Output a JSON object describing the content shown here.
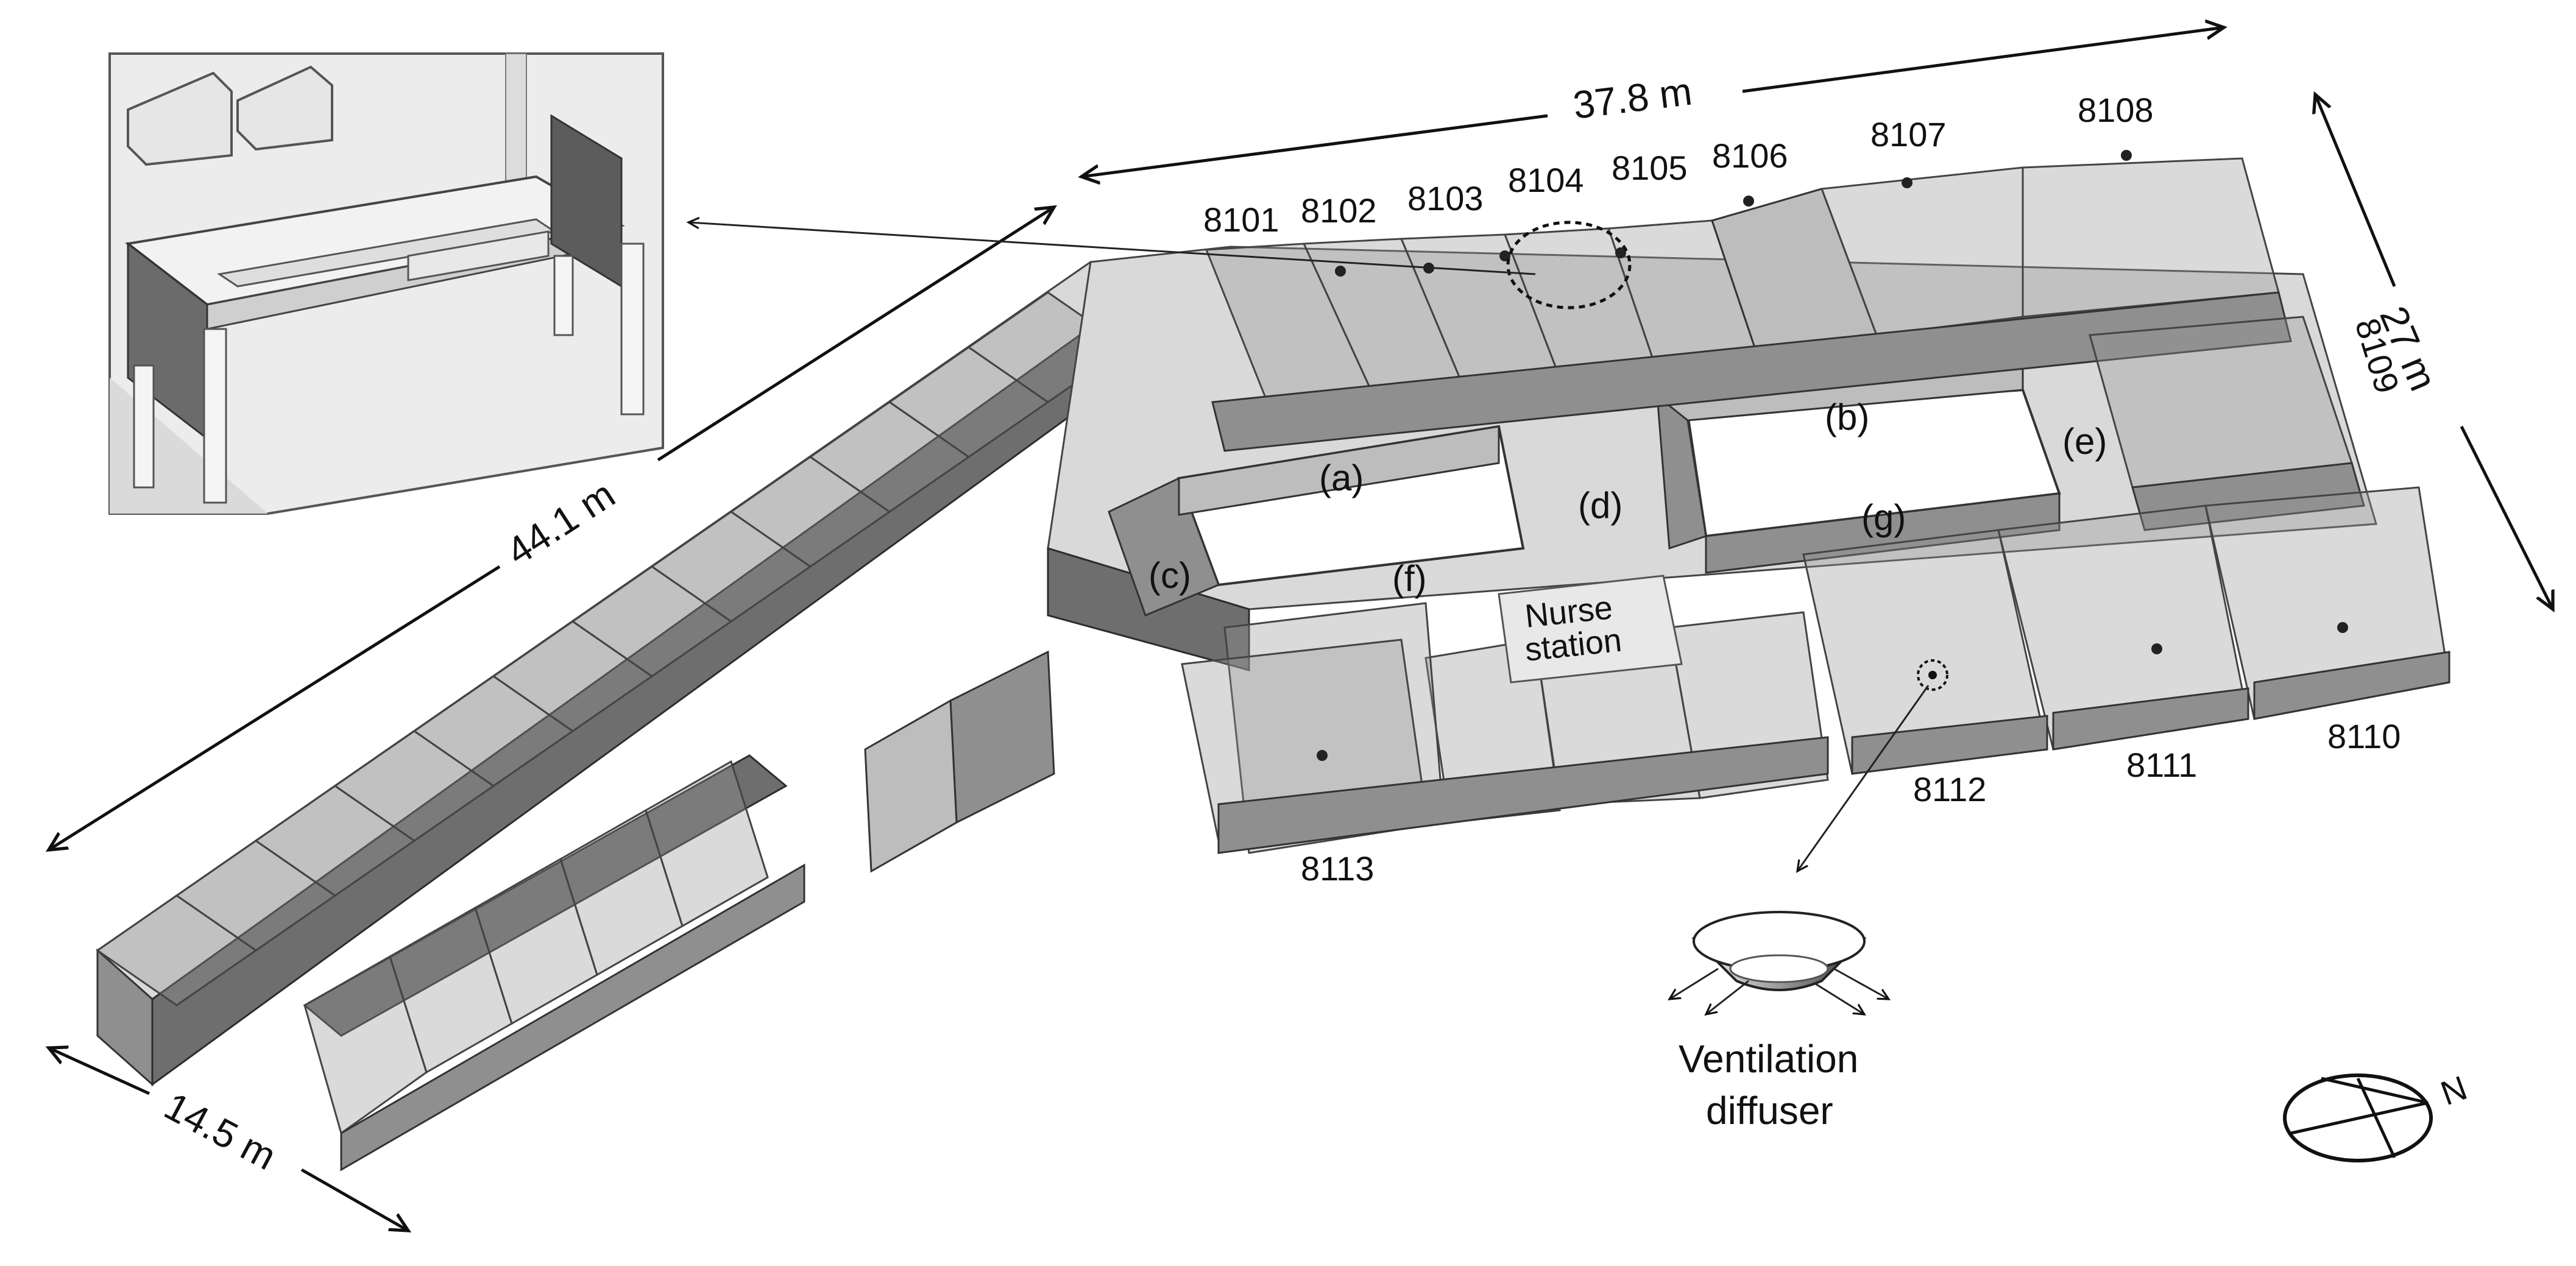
{
  "dimensions": {
    "north_length": "37.8 m",
    "west_length": "44.1 m",
    "east_length": "27 m",
    "south_width": "14.5 m"
  },
  "rooms": [
    "8101",
    "8102",
    "8103",
    "8104",
    "8105",
    "8106",
    "8107",
    "8108",
    "8109",
    "8110",
    "8111",
    "8112",
    "8113"
  ],
  "corridors": [
    "(a)",
    "(b)",
    "(c)",
    "(d)",
    "(e)",
    "(f)",
    "(g)"
  ],
  "nurse_station": {
    "line1": "Nurse",
    "line2": "station"
  },
  "ventilation": {
    "line1": "Ventilation",
    "line2": "diffuser"
  },
  "compass": {
    "label": "N"
  },
  "colors": {
    "wall_light": "#bdbdbd",
    "wall_mid": "#8f8f8f",
    "wall_dark": "#6e6e6e",
    "floor": "#d9d9d9"
  }
}
